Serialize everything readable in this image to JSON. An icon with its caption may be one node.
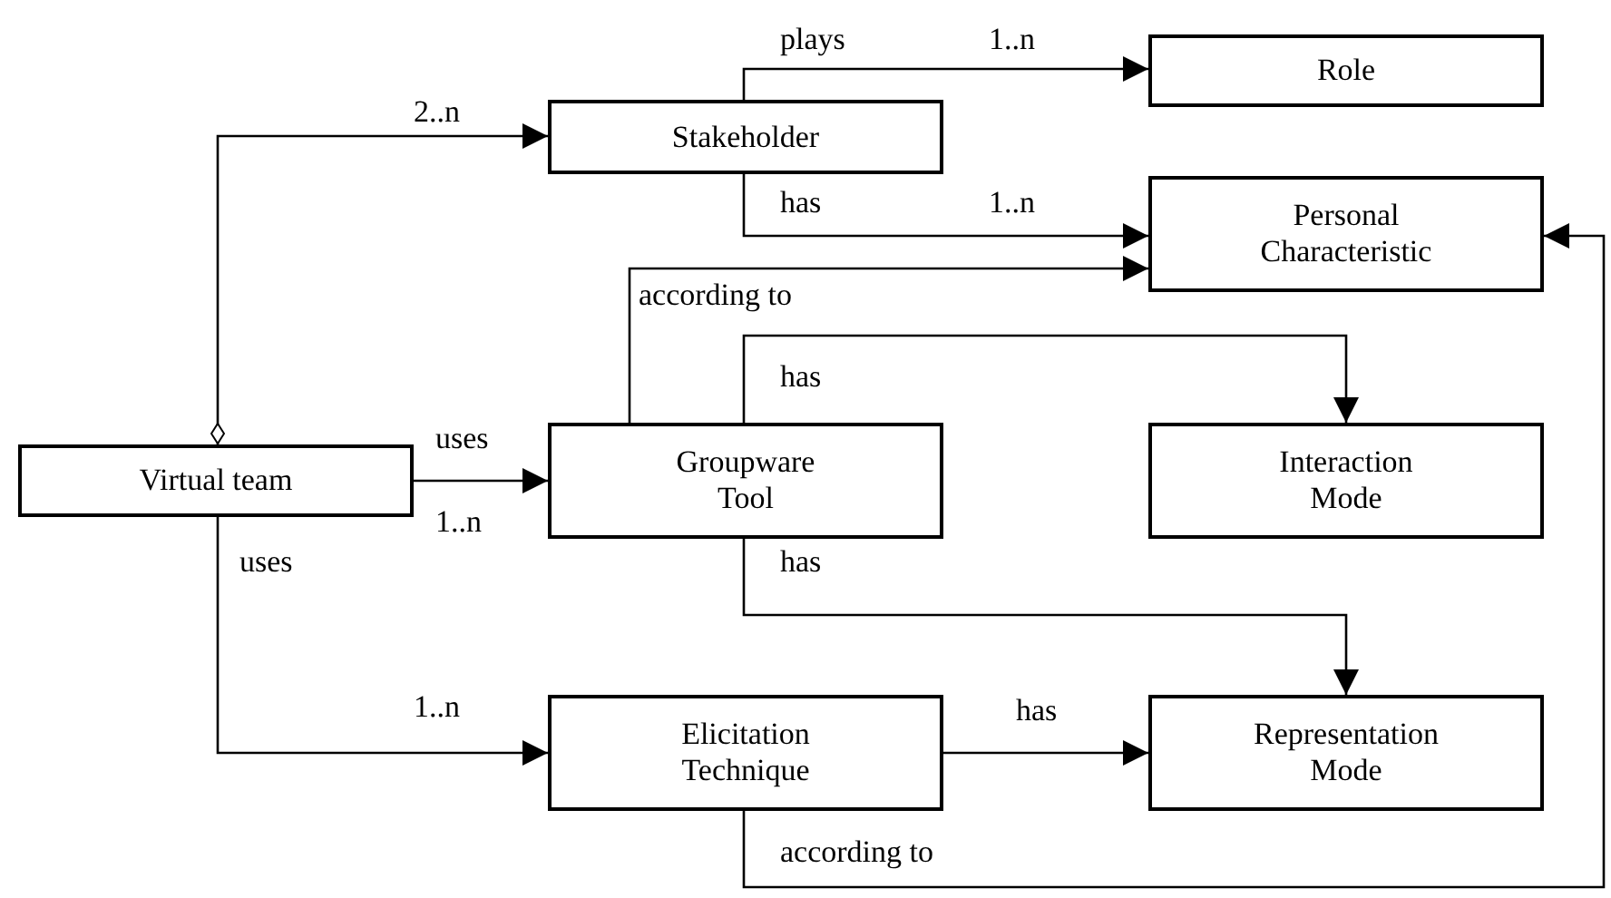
{
  "diagram": {
    "nodes": [
      {
        "text": [
          "Stakeholder"
        ]
      },
      {
        "text": [
          "Role"
        ]
      },
      {
        "text": [
          "Personal Characteristic"
        ]
      },
      {
        "text": [
          "Virtual team"
        ]
      },
      {
        "text": [
          "Groupware Tool"
        ]
      },
      {
        "text": [
          "Interaction Mode"
        ]
      },
      {
        "text": [
          "Elicitation Technique"
        ]
      },
      {
        "text": [
          "Representation Mode"
        ]
      }
    ],
    "edges": [
      {
        "from": 3,
        "to": 0,
        "arrow": "to",
        "label": "2..n"
      },
      {
        "from": 0,
        "to": 1,
        "arrow": "to",
        "label": "plays"
      },
      {
        "from": 0,
        "to": 2,
        "arrow": "to",
        "label": "has"
      },
      {
        "from": 4,
        "to": 2,
        "arrow": "to",
        "label": "according to"
      },
      {
        "from": 3,
        "to": 4,
        "arrow": "to",
        "label": "uses"
      },
      {
        "from": 4,
        "to": 5,
        "arrow": "to",
        "label": "has"
      },
      {
        "from": 4,
        "to": 7,
        "arrow": "to",
        "label": "has"
      },
      {
        "from": 3,
        "to": 6,
        "arrow": "to",
        "label": "uses"
      },
      {
        "from": 6,
        "to": 7,
        "arrow": "to",
        "label": "has"
      },
      {
        "from": 6,
        "to": 2,
        "arrow": "to",
        "label": "according to"
      }
    ],
    "labels": [
      "1..n",
      "1..n",
      "1..n",
      "1..n"
    ]
  }
}
